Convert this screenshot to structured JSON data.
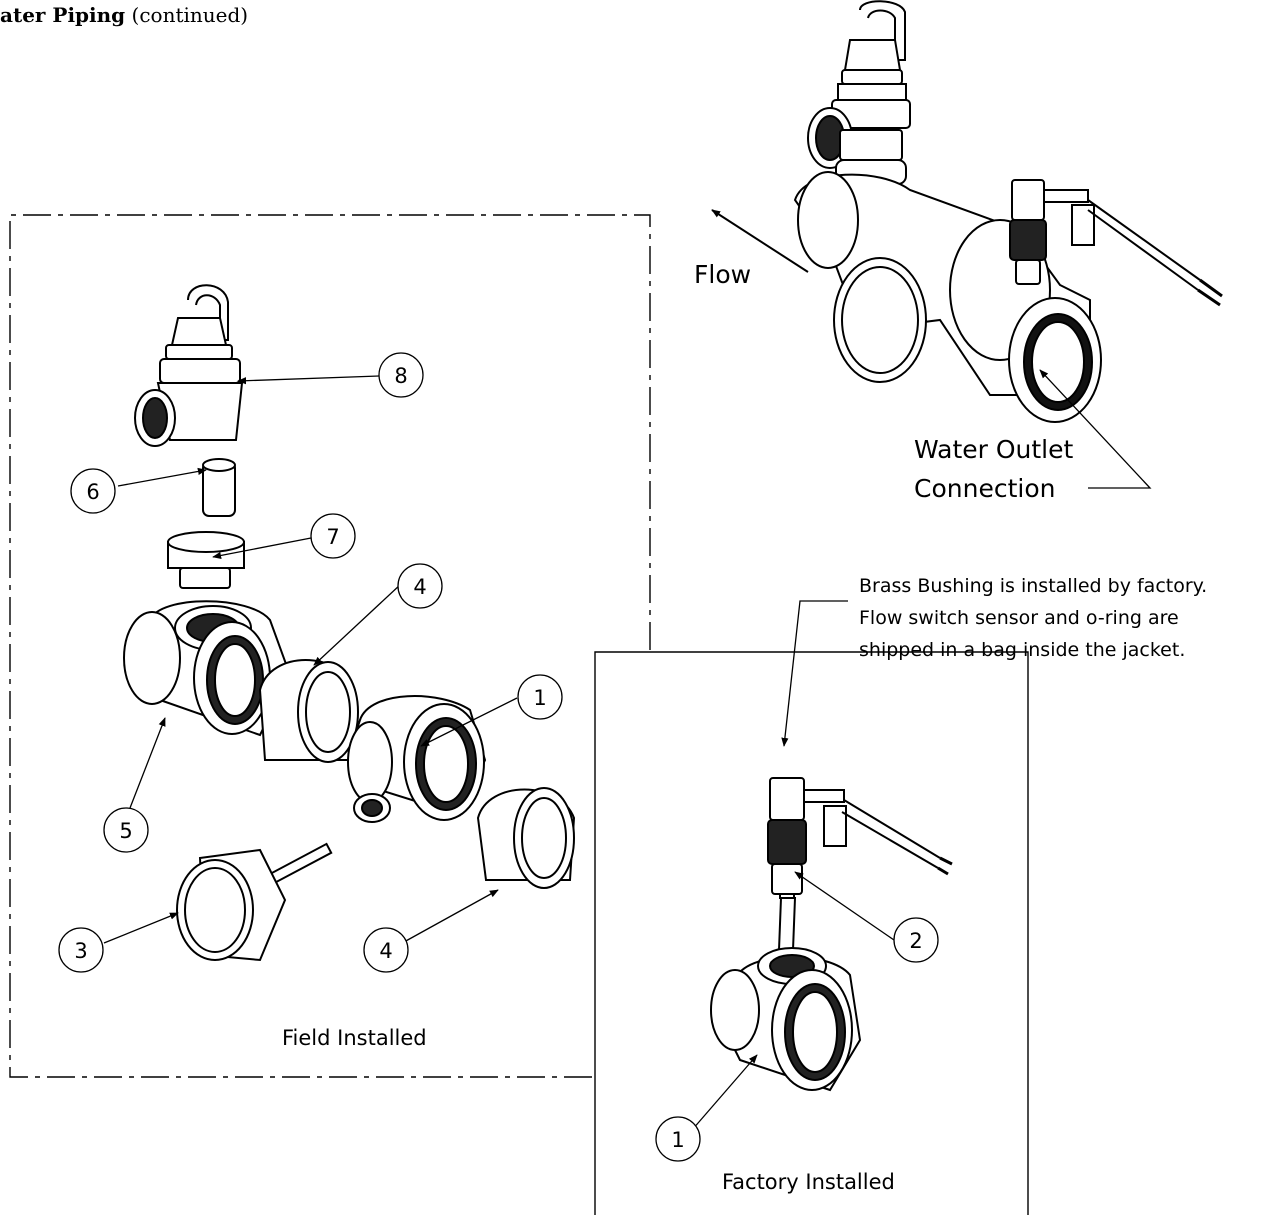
{
  "header": {
    "title_bold": "ater Piping",
    "title_rest": "(continued)"
  },
  "callouts": {
    "c1_top": "1",
    "c2": "2",
    "c3": "3",
    "c4_top": "4",
    "c4_bottom": "4",
    "c5": "5",
    "c6": "6",
    "c7": "7",
    "c8": "8",
    "c1_bottom": "1"
  },
  "labels": {
    "flow": "Flow",
    "water_outlet_line1": "Water Outlet",
    "water_outlet_line2": "Connection",
    "field_installed": "Field Installed",
    "factory_installed": "Factory Installed",
    "note_line1": "Brass Bushing is installed by factory.",
    "note_line2": "Flow switch sensor and o-ring are",
    "note_line3": "shipped in a bag inside the jacket."
  }
}
